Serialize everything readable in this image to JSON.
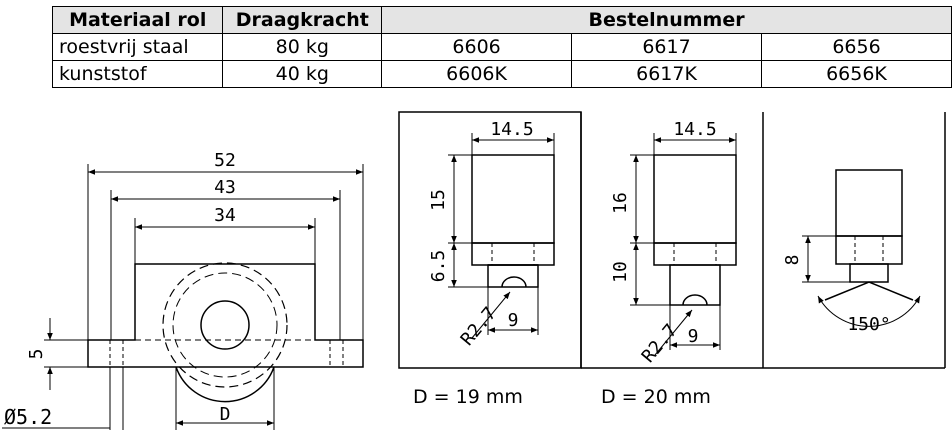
{
  "table": {
    "headers": {
      "material": "Materiaal rol",
      "load": "Draagkracht",
      "order": "Bestelnummer"
    },
    "rows": [
      {
        "material": "roestvrij staal",
        "load": "80 kg",
        "n1": "6606",
        "n2": "6617",
        "n3": "6656"
      },
      {
        "material": "kunststof",
        "load": "40 kg",
        "n1": "6606K",
        "n2": "6617K",
        "n3": "6656K"
      }
    ]
  },
  "front_view": {
    "d52": "52",
    "d43": "43",
    "d34": "34",
    "d5": "5",
    "dhole": "Ø5.2",
    "dD": "D"
  },
  "profile_6606": {
    "w": "14.5",
    "h": "15",
    "h2": "6.5",
    "r": "R2.7",
    "g": "9",
    "caption": "D = 19 mm"
  },
  "profile_6617": {
    "w": "14.5",
    "h": "16",
    "h2": "10",
    "r": "R2.7",
    "g": "9",
    "caption": "D = 20 mm"
  },
  "profile_6656": {
    "h": "8",
    "angle": "150°"
  }
}
